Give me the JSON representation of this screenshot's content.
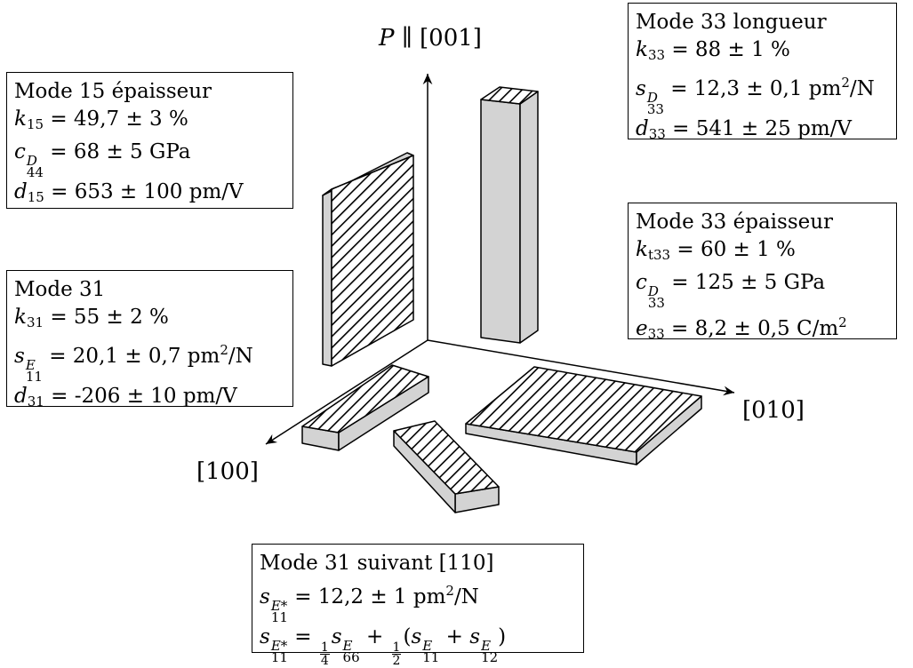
{
  "axes": {
    "z_label_p": "P",
    "z_label_rest": "∥ [001]",
    "x_label": "[100]",
    "y_label": "[010]"
  },
  "mode15": {
    "title": "Mode 15 épaisseur",
    "k_sym": "k",
    "k_sub": "15",
    "k_val": "= 49,7 ± 3 %",
    "c_sym": "c",
    "c_sub": "44",
    "c_sup": "D",
    "c_val": "= 68 ± 5 GPa",
    "d_sym": "d",
    "d_sub": "15",
    "d_val": "= 653 ± 100 pm/V"
  },
  "mode33l": {
    "title": "Mode 33 longueur",
    "k_sym": "k",
    "k_sub": "33",
    "k_val": "= 88 ± 1 %",
    "s_sym": "s",
    "s_sub": "33",
    "s_sup": "D",
    "s_val": "= 12,3 ± 0,1 pm",
    "s_unit_sup": "2",
    "s_unit_tail": "/N",
    "d_sym": "d",
    "d_sub": "33",
    "d_val": "= 541 ± 25 pm/V"
  },
  "mode33e": {
    "title": "Mode 33 épaisseur",
    "k_sym": "k",
    "k_sub": "t33",
    "k_val": "= 60 ± 1 %",
    "c_sym": "c",
    "c_sub": "33",
    "c_sup": "D",
    "c_val": "= 125 ± 5 GPa",
    "e_sym": "e",
    "e_sub": "33",
    "e_val": "= 8,2 ± 0,5 C/m",
    "e_unit_sup": "2"
  },
  "mode31": {
    "title": "Mode 31",
    "k_sym": "k",
    "k_sub": "31",
    "k_val": "= 55 ± 2 %",
    "s_sym": "s",
    "s_sub": "11",
    "s_sup": "E",
    "s_val": "= 20,1 ± 0,7 pm",
    "s_unit_sup": "2",
    "s_unit_tail": "/N",
    "d_sym": "d",
    "d_sub": "31",
    "d_val": "= -206 ± 10 pm/V"
  },
  "mode31_110": {
    "title": "Mode 31 suivant [110]",
    "s1_sym": "s",
    "s1_sup": "E*",
    "s1_sub": "11",
    "s1_val": "= 12,2 ± 1 pm",
    "s1_unit_sup": "2",
    "s1_unit_tail": "/N",
    "s2_sym": "s",
    "s2_sup": "E*",
    "s2_sub": "11",
    "s2_eq": "=",
    "f1_num": "1",
    "f1_den": "4",
    "t1_sym": "s",
    "t1_sup": "E",
    "t1_sub": "66",
    "plus1": "+",
    "f2_num": "1",
    "f2_den": "2",
    "paren_open": "(",
    "t2_sym": "s",
    "t2_sup": "E",
    "t2_sub": "11",
    "plus2": "+",
    "t3_sym": "s",
    "t3_sup": "E",
    "t3_sub": "12",
    "paren_close": ")"
  }
}
